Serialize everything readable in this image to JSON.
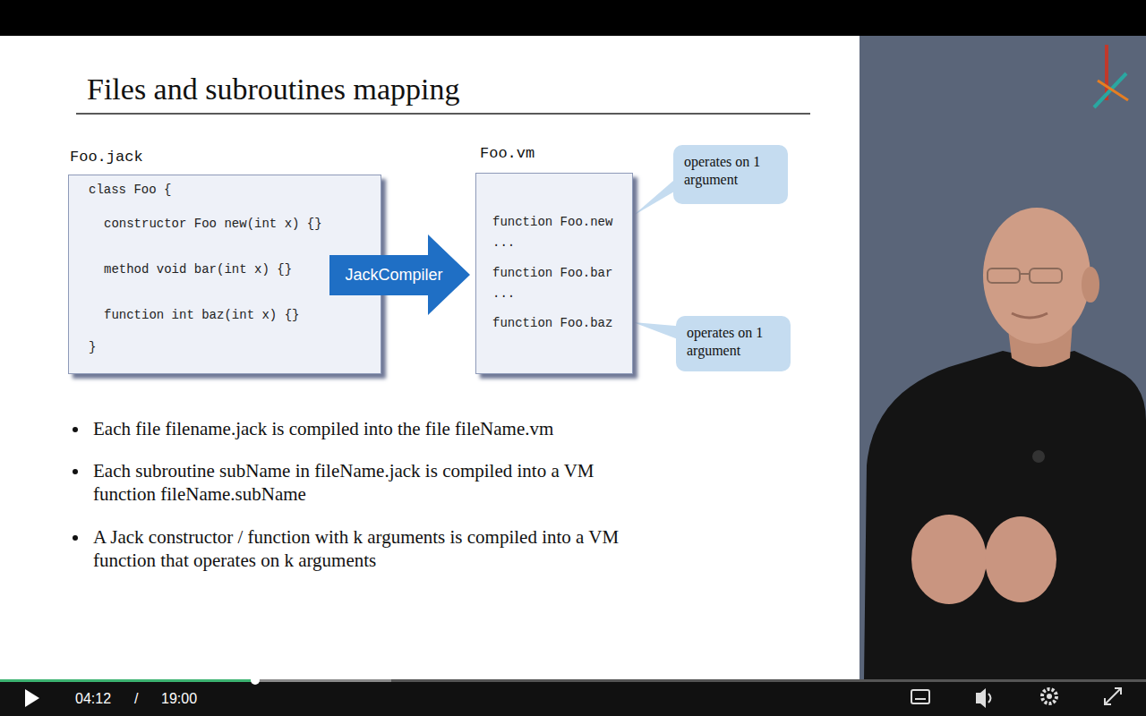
{
  "diagram": {
    "title": "Files and subroutines mapping",
    "nodes": [
      {
        "text": [
          "Foo.jack",
          "class Foo {",
          "constructor Foo new(int x) {}",
          "method void bar(int x) {}",
          "function int baz(int x) {}",
          "}"
        ]
      },
      {
        "text": [
          "JackCompiler"
        ]
      },
      {
        "text": [
          "Foo.vm",
          "function Foo.new",
          "...",
          "function Foo.bar",
          "...",
          "function Foo.baz"
        ]
      },
      {
        "text": [
          "operates on 1 argument"
        ]
      },
      {
        "text": [
          "operates on 1 argument"
        ]
      }
    ],
    "edges": [
      {
        "from": 3,
        "to": 2,
        "arrow": "none"
      },
      {
        "from": 4,
        "to": 2,
        "arrow": "none"
      }
    ],
    "labels": [
      "Each file filename.jack is compiled into the file fileName.vm",
      "Each subroutine subName in fileName.jack is compiled into a VM function fileName.subName",
      "A Jack constructor / function with k arguments is compiled into a VM function that operates on k arguments",
      "04:12",
      "/",
      "19:00"
    ]
  }
}
